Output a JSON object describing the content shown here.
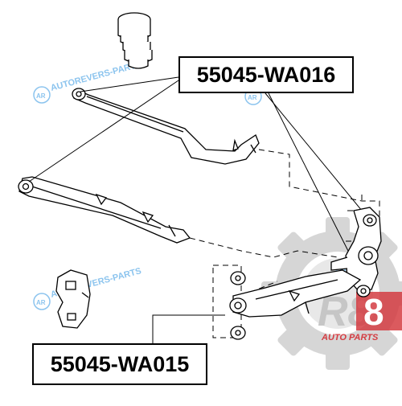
{
  "part_labels": {
    "top": "55045-WA016",
    "bottom": "55045-WA015"
  },
  "watermark": {
    "brand": "AUTOREVERS-PARTS",
    "badge_letters": "AR",
    "color": "#8cc4ee"
  },
  "logo": {
    "mark": "R8",
    "subtitle": "AUTO PARTS",
    "accent": "#d0282e",
    "gear_color": "#c8c8c8"
  },
  "icons": [
    "bump-stop-icon",
    "upper-control-arm-icon",
    "lower-control-arm-icon",
    "knuckle-icon",
    "trailing-arm-icon",
    "bracket-icon",
    "bushing-icon"
  ]
}
